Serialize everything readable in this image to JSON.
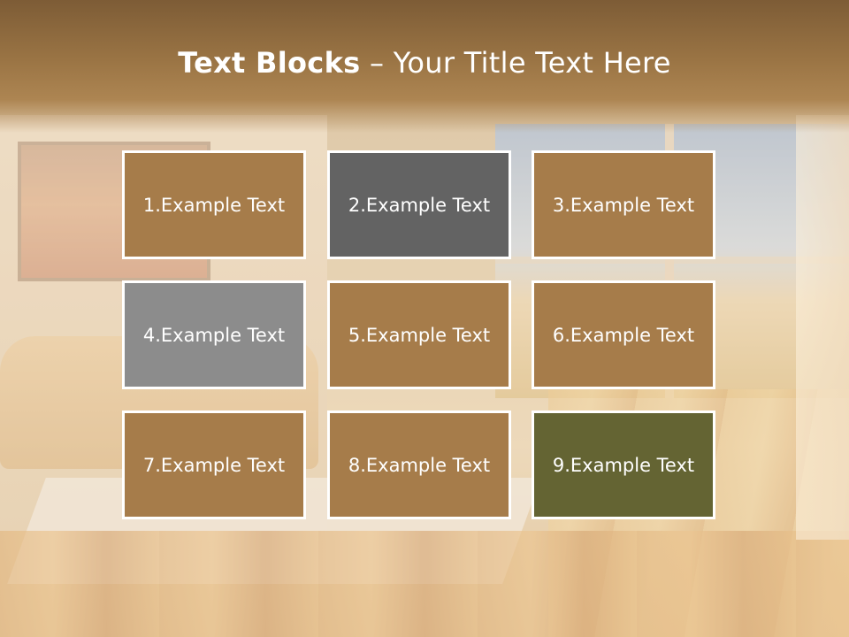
{
  "title": {
    "bold": "Text Blocks",
    "separator": " – ",
    "regular": "Your Title Text Here"
  },
  "blocks": [
    {
      "label": "1.Example Text",
      "color": "#a67c4a"
    },
    {
      "label": "2.Example Text",
      "color": "#636363"
    },
    {
      "label": "3.Example Text",
      "color": "#a67c4a"
    },
    {
      "label": "4.Example Text",
      "color": "#8c8c8c"
    },
    {
      "label": "5.Example Text",
      "color": "#a67c4a"
    },
    {
      "label": "6.Example Text",
      "color": "#a67c4a"
    },
    {
      "label": "7.Example Text",
      "color": "#a67c4a"
    },
    {
      "label": "8.Example Text",
      "color": "#a67c4a"
    },
    {
      "label": "9.Example Text",
      "color": "#646433"
    }
  ]
}
